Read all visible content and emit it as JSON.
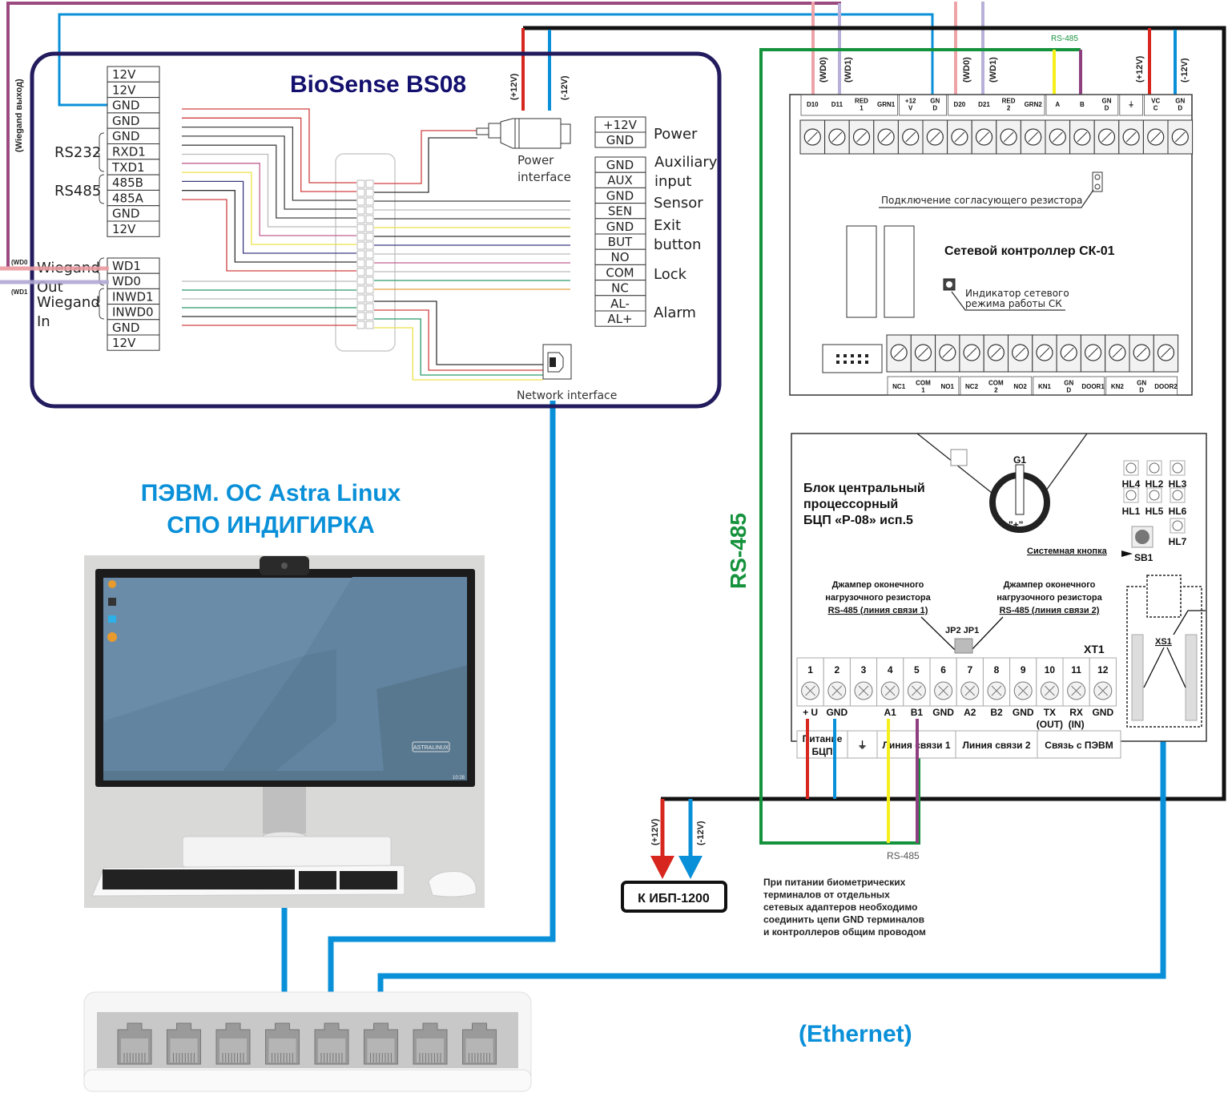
{
  "reader": {
    "title": "BioSense BS08",
    "left_pins_top": [
      "12V",
      "12V",
      "GND",
      "GND",
      "GND",
      "RXD1",
      "TXD1",
      "485B",
      "485A",
      "GND",
      "12V"
    ],
    "left_pins_bottom": [
      "WD1",
      "WD0",
      "INWD1",
      "INWD0",
      "GND",
      "12V"
    ],
    "group_rs232": "RS232",
    "group_rs485": "RS485",
    "group_wiegand_out": [
      "Wiegand",
      "Out"
    ],
    "group_wiegand_in": [
      "Wiegand",
      "In"
    ],
    "right_power_pins": [
      "+12V",
      "GND"
    ],
    "right_power_label": "Power",
    "right_pins": [
      "GND",
      "AUX",
      "GND",
      "SEN",
      "GND",
      "BUT",
      "NO",
      "COM",
      "NC",
      "AL-",
      "AL+"
    ],
    "right_groups": {
      "aux": [
        "Auxiliary",
        "input"
      ],
      "sensor": "Sensor",
      "exit": [
        "Exit",
        "button"
      ],
      "lock": "Lock",
      "alarm": "Alarm"
    },
    "power_interface": [
      "Power",
      "interface"
    ],
    "network_interface": "Network interface",
    "plus12": "(+12V)",
    "minus12": "(-12V)",
    "wiegand_out_side_label": "(Wiegand выход)",
    "wd0_label": "(WD0",
    "wd1_label": "(WD1"
  },
  "pc": {
    "title_line1": "ПЭВМ. ОС Astra Linux",
    "title_line2": "СПО ИНДИГИРКА",
    "screen_logo": "ASTRALINUX",
    "clock": "10:28"
  },
  "controller": {
    "title": "Сетевой контроллер СК-01",
    "resistor_note": "Подключение согласующего резистора",
    "indicator_note_line1": "Индикатор сетевого",
    "indicator_note_line2": "режима работы СК",
    "top_terminals": [
      {
        "label": "D10"
      },
      {
        "label": "D11"
      },
      {
        "label": "RED\n1"
      },
      {
        "label": "GRN1"
      },
      {
        "label": "+12\nV"
      },
      {
        "label": "GN\nD"
      },
      {
        "label": "D20"
      },
      {
        "label": "D21"
      },
      {
        "label": "RED\n2"
      },
      {
        "label": "GRN2"
      },
      {
        "label": "A"
      },
      {
        "label": "B"
      },
      {
        "label": "GN\nD"
      },
      {
        "label": "⏚"
      },
      {
        "label": "VC\nC"
      },
      {
        "label": "GN\nD"
      }
    ],
    "top_wire_labels": [
      "(WD0)",
      "(WD1)",
      "(WD0)",
      "(WD1)",
      "(+12V)",
      "(-12V)"
    ],
    "rs485_label": "RS-485",
    "bottom_terminals": [
      {
        "label": "NC1"
      },
      {
        "label": "COM\n1"
      },
      {
        "label": "NO1"
      },
      {
        "label": "NC2"
      },
      {
        "label": "COM\n2"
      },
      {
        "label": "NO2"
      },
      {
        "label": "KN1"
      },
      {
        "label": "GN\nD"
      },
      {
        "label": "DOOR1"
      },
      {
        "label": "KN2"
      },
      {
        "label": "GN\nD"
      },
      {
        "label": "DOOR2"
      }
    ]
  },
  "cpu": {
    "title_line1": "Блок центральный",
    "title_line2": "процессорный",
    "title_line3": "БЦП «Р-08» исп.5",
    "battery": "G1",
    "battery_plus": "\"+\"",
    "leds": [
      "HL4",
      "HL2",
      "HL3",
      "HL1",
      "HL5",
      "HL6",
      "HL7"
    ],
    "button": "SB1",
    "button_note": "Системная кнопка",
    "jumper1_line1": "Джампер оконечного",
    "jumper1_line2": "нагрузочного резистора",
    "jumper1_line3": "RS-485 (линия связи 1)",
    "jumper2_line1": "Джампер оконечного",
    "jumper2_line2": "нагрузочного резистора",
    "jumper2_line3": "RS-485 (линия связи 2)",
    "jumpers": "JP2 JP1",
    "xs1": "XS1",
    "xt1": "XT1",
    "terminal_numbers": [
      "1",
      "2",
      "3",
      "4",
      "5",
      "6",
      "7",
      "8",
      "9",
      "10",
      "11",
      "12"
    ],
    "terminal_labels": [
      "+ U",
      "GND",
      "",
      "A1",
      "B1",
      "GND",
      "A2",
      "B2",
      "GND",
      "TX",
      "RX",
      "GND"
    ],
    "terminal_sublabels": [
      "",
      "",
      "",
      "",
      "",
      "",
      "",
      "",
      "",
      "(OUT)",
      "(IN)",
      ""
    ],
    "groups": [
      "Питание\nБЦП",
      "⏚",
      "Линия связи 1",
      "Линия связи 2",
      "Связь с ПЭВМ"
    ]
  },
  "power": {
    "ups_label": "К ИБП-1200",
    "plus12": "(+12V)",
    "minus12": "(-12V)",
    "rs485_bottom": "RS-485",
    "note": [
      "При питании биометрических",
      "терминалов от отдельных",
      "сетевых адаптеров необходимо",
      "соединить цепи GND терминалов",
      "и контроллеров общим проводом"
    ]
  },
  "rs485_vertical": "RS-485",
  "ethernet_label": "(Ethernet)",
  "colors": {
    "power_plus": "#d7261e",
    "power_minus": "#0a90d8",
    "ethernet": "#0a90d8",
    "rs485": "#15923c",
    "rs485_a": "#f5ef1a",
    "rs485_b": "#8e3f80",
    "wd0": "#eea3a8",
    "wd1": "#b8b0d8",
    "wiegand_out": "#9b4a80",
    "reader_frame": "#221c5e",
    "ground": "#111111"
  }
}
